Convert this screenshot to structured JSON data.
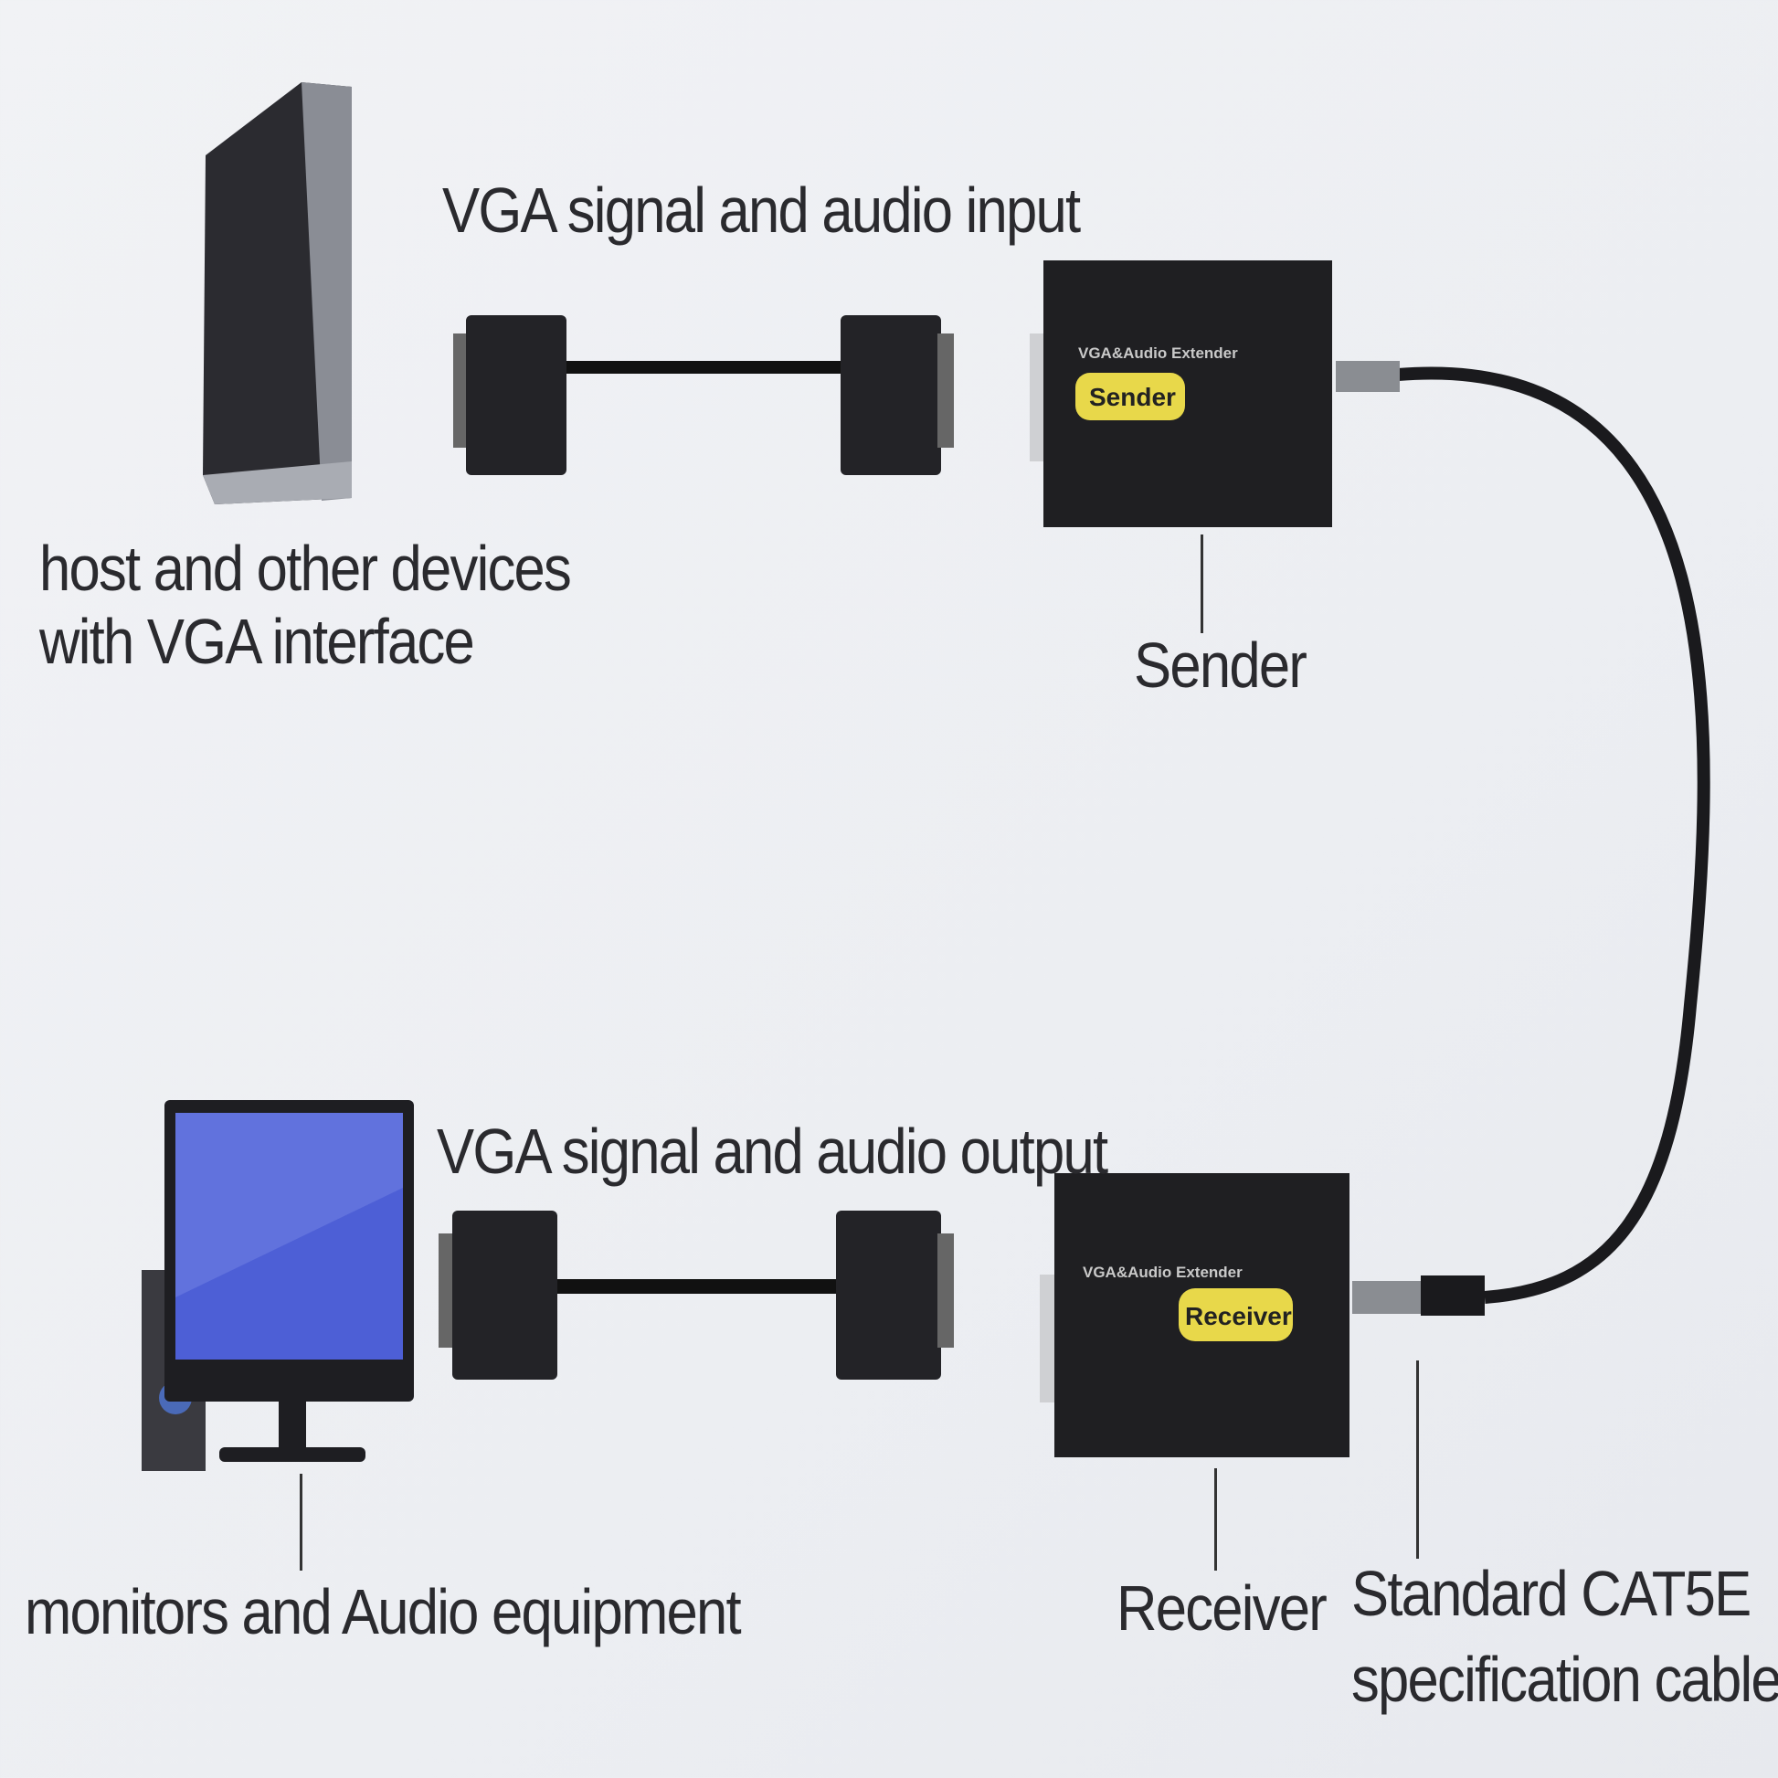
{
  "labels": {
    "input": "VGA signal and audio input",
    "output": "VGA signal and audio output",
    "host_line1": "host and other devices",
    "host_line2": "with VGA interface",
    "sender": "Sender",
    "receiver": "Receiver",
    "monitors": "monitors and Audio equipment",
    "cable_line1": "Standard CAT5E",
    "cable_line2": "specification cable"
  },
  "devices": {
    "sender_product": "VGA&Audio Extender",
    "sender_badge": "Sender",
    "receiver_product": "VGA&Audio Extender",
    "receiver_badge": "Receiver"
  },
  "colors": {
    "badge": "#e8d84a",
    "device": "#1f1f22",
    "background": "#eeeff2"
  }
}
